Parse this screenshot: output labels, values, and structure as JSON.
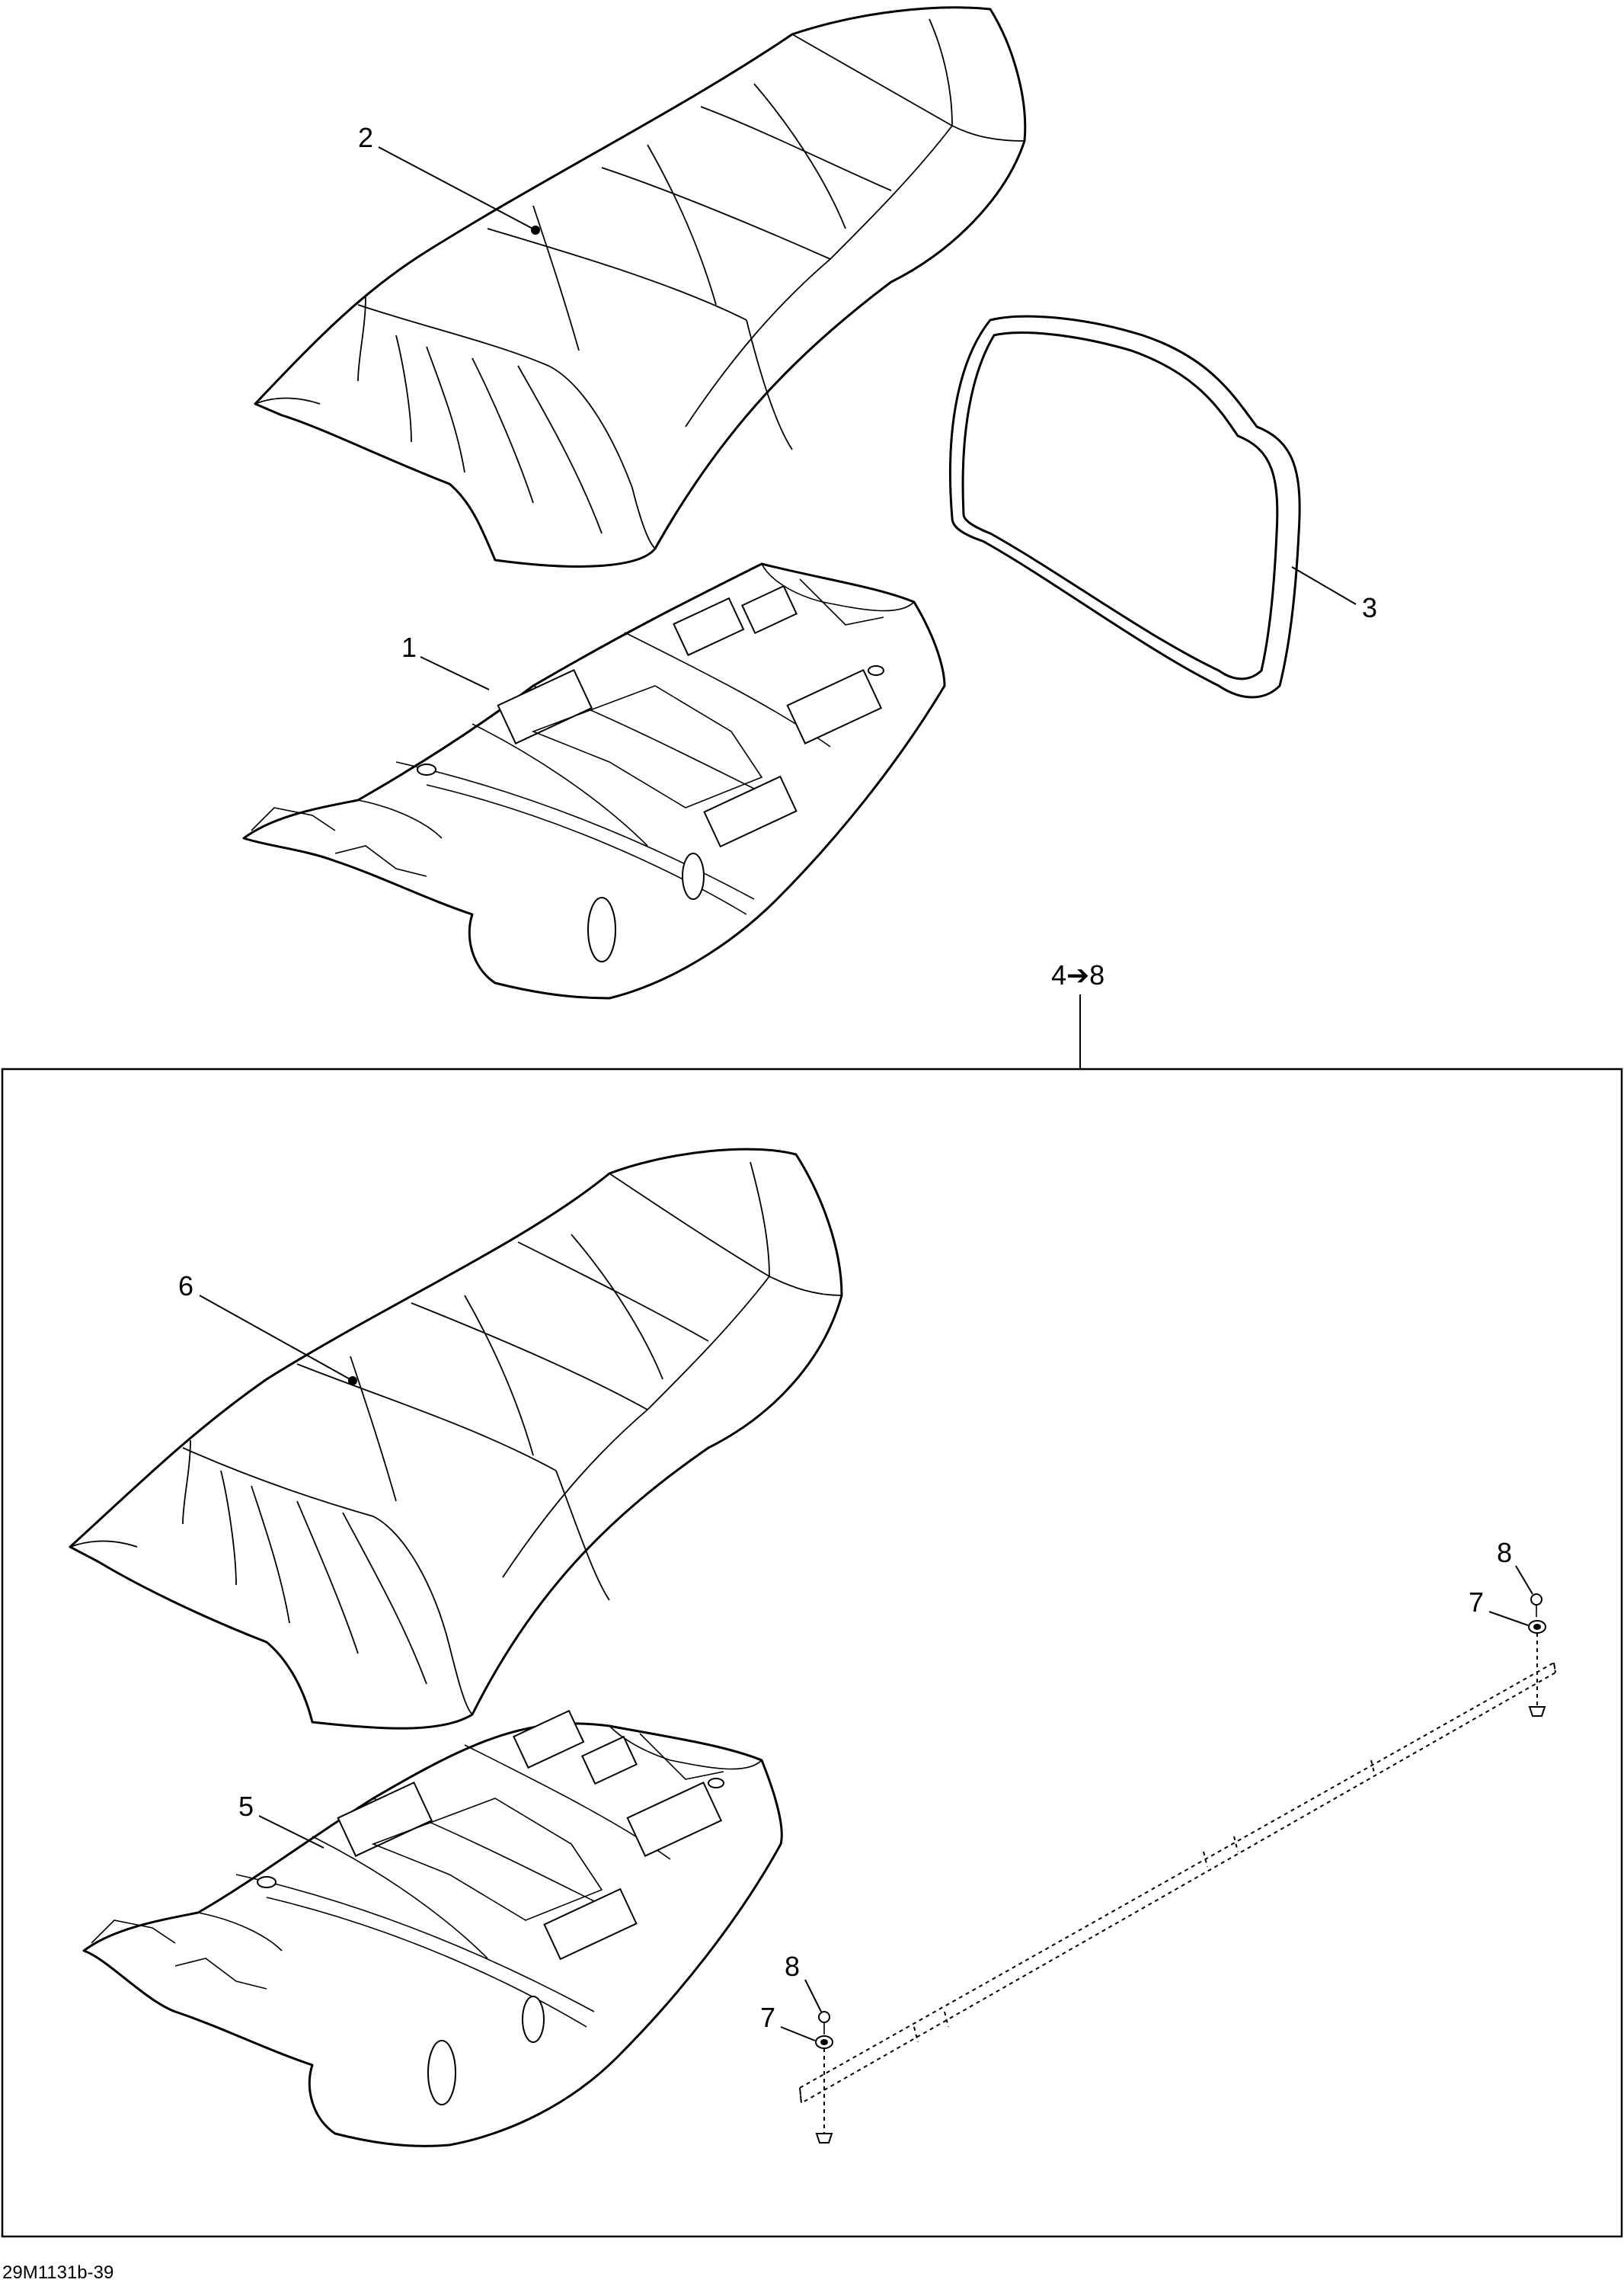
{
  "callouts": {
    "c1": "1",
    "c2": "2",
    "c3": "3",
    "c4_8": "4➔8",
    "c5": "5",
    "c6": "6",
    "c7_upper": "7",
    "c8_upper": "8",
    "c7_lower": "7",
    "c8_lower": "8"
  },
  "figure_id": "29M1131b-39",
  "colors": {
    "line": "#000000",
    "background": "#ffffff"
  }
}
